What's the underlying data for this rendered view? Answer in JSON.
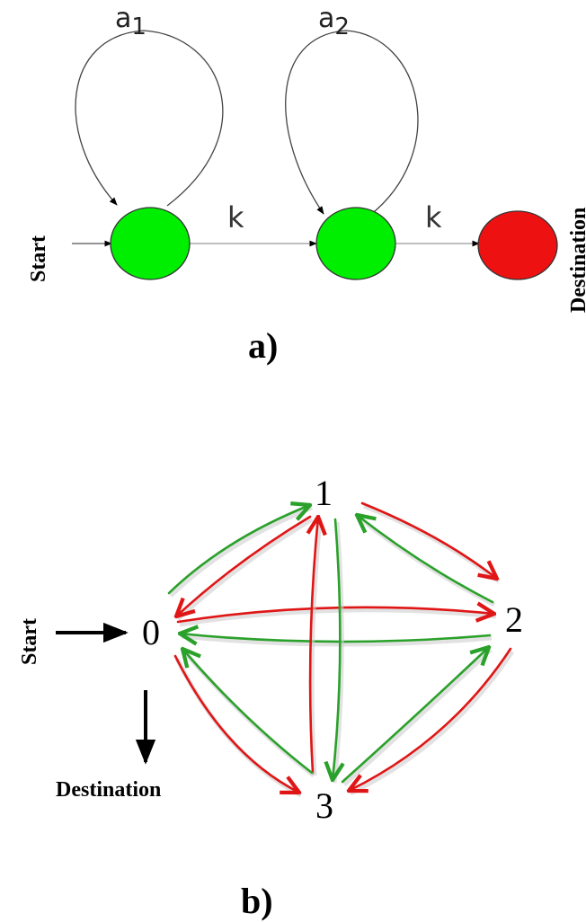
{
  "panel_a": {
    "caption": "a)",
    "start_label": "Start",
    "destination_label": "Destination",
    "nodes": [
      {
        "id": "n1",
        "color": "#00ee00"
      },
      {
        "id": "n2",
        "color": "#00ee00"
      },
      {
        "id": "dest",
        "color": "#ee1111"
      }
    ],
    "loops": [
      {
        "node": "n1",
        "label_base": "a",
        "label_sub": "1"
      },
      {
        "node": "n2",
        "label_base": "a",
        "label_sub": "2"
      }
    ],
    "edges": [
      {
        "from": "n1",
        "to": "n2",
        "label": "k"
      },
      {
        "from": "n2",
        "to": "dest",
        "label": "k"
      }
    ]
  },
  "panel_b": {
    "caption": "b)",
    "start_label": "Start",
    "destination_label": "Destination",
    "nodes": [
      "0",
      "1",
      "2",
      "3"
    ],
    "colors": {
      "green": "#2aa12a",
      "red": "#e01616",
      "black": "#000000"
    }
  }
}
